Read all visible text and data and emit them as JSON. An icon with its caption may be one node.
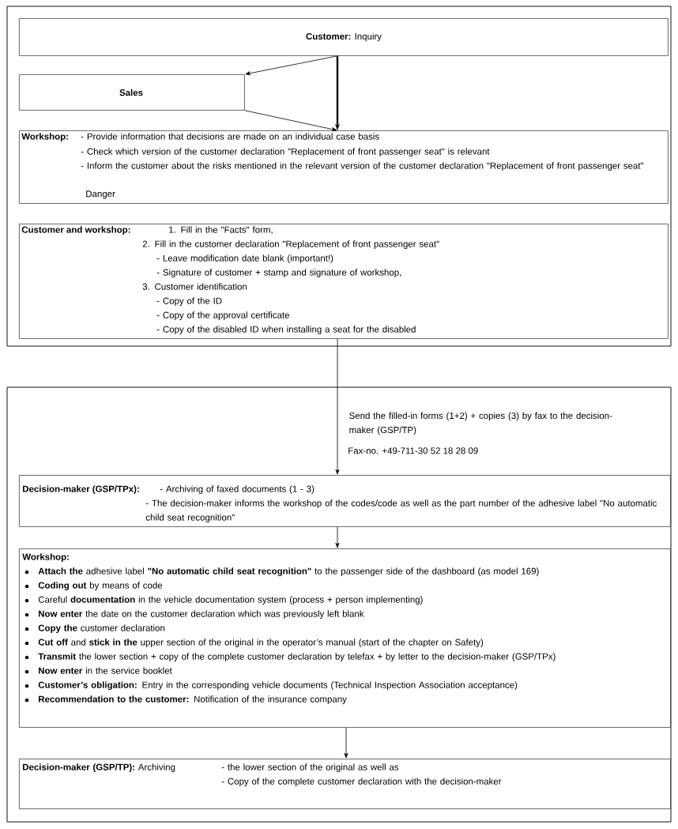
{
  "diagram": {
    "nodes": [
      {
        "text": [
          "**Customer:** Inquiry"
        ]
      },
      {
        "text": [
          "Sales"
        ]
      },
      {
        "text": [
          "Workshop:",
          "- Provide information that decisions are made on an individual case basis",
          "- Check which version of the customer declaration \"Replacement of front passenger seat\" is relevant",
          "- Inform the customer about the risks mentioned in the relevant version of the customer declaration \"Replacement of front passenger seat\"",
          "Danger"
        ]
      },
      {
        "text": [
          "Customer and workshop:",
          "1. Fill in the \"Facts\" form,",
          "2. Fill in the customer declaration \"Replacement of front passenger seat\"",
          "- Leave modification date blank (important!)",
          "- Signature of customer + stamp and signature of workshop,",
          "3. Customer identification",
          "- Copy of the ID",
          "- Copy of the approval certificate",
          "- Copy of the disabled ID when installing a seat for the disabled"
        ]
      },
      {
        "text": [
          "Decision-maker (GSP/TPx):",
          "- Archiving of faxed documents (1 - 3)",
          "- The decision-maker informs the workshop of the codes/code as well as the part number of the adhesive label \"No automatic child seat recognition\""
        ]
      },
      {
        "text": [
          "Workshop:",
          "**Attach the** adhesive label **\"No automatic child seat recognition\"** to the passenger side of the dashboard (as model 169)",
          "**Coding out** by means of code",
          "Careful **documentation** in the vehicle documentation system (process + person implementing)",
          "**Now enter** the date on the customer declaration which was previously left blank",
          "**Copy the** customer declaration",
          "**Cut off** and **stick in the** upper section of the original in the operator’s manual (start of the chapter on Safety)",
          "**Transmit** the lower section + copy of the complete customer declaration by telefax + by letter to the decision-maker (GSP/TPx)",
          "**Now enter** in the service booklet",
          "**Customer’s obligation:** Entry in the corresponding vehicle documents (Technical Inspection Association acceptance)",
          "**Recommendation to the customer:** Notification of the insurance company"
        ]
      },
      {
        "text": [
          "**Decision-maker (GSP/TP):** Archiving",
          "- the lower section of the original as well as",
          "- Copy of the complete customer declaration with the decision-maker"
        ]
      }
    ],
    "edges": [
      {
        "from": 0,
        "to": 1,
        "arrow": "to"
      },
      {
        "from": 0,
        "to": 2,
        "arrow": "to",
        "style": "thick"
      },
      {
        "from": 1,
        "to": 2,
        "arrow": "to"
      },
      {
        "from": 3,
        "to": 4,
        "arrow": "to",
        "label": "Send the filled-in forms (1+2) + copies (3) by fax to the decision-maker (GSP/TP)"
      },
      {
        "from": 4,
        "to": 5,
        "arrow": "to"
      },
      {
        "from": 5,
        "to": 6,
        "arrow": "to"
      }
    ],
    "labels": [
      "Fax-no. +49-711-30 52 18 28 09"
    ]
  }
}
